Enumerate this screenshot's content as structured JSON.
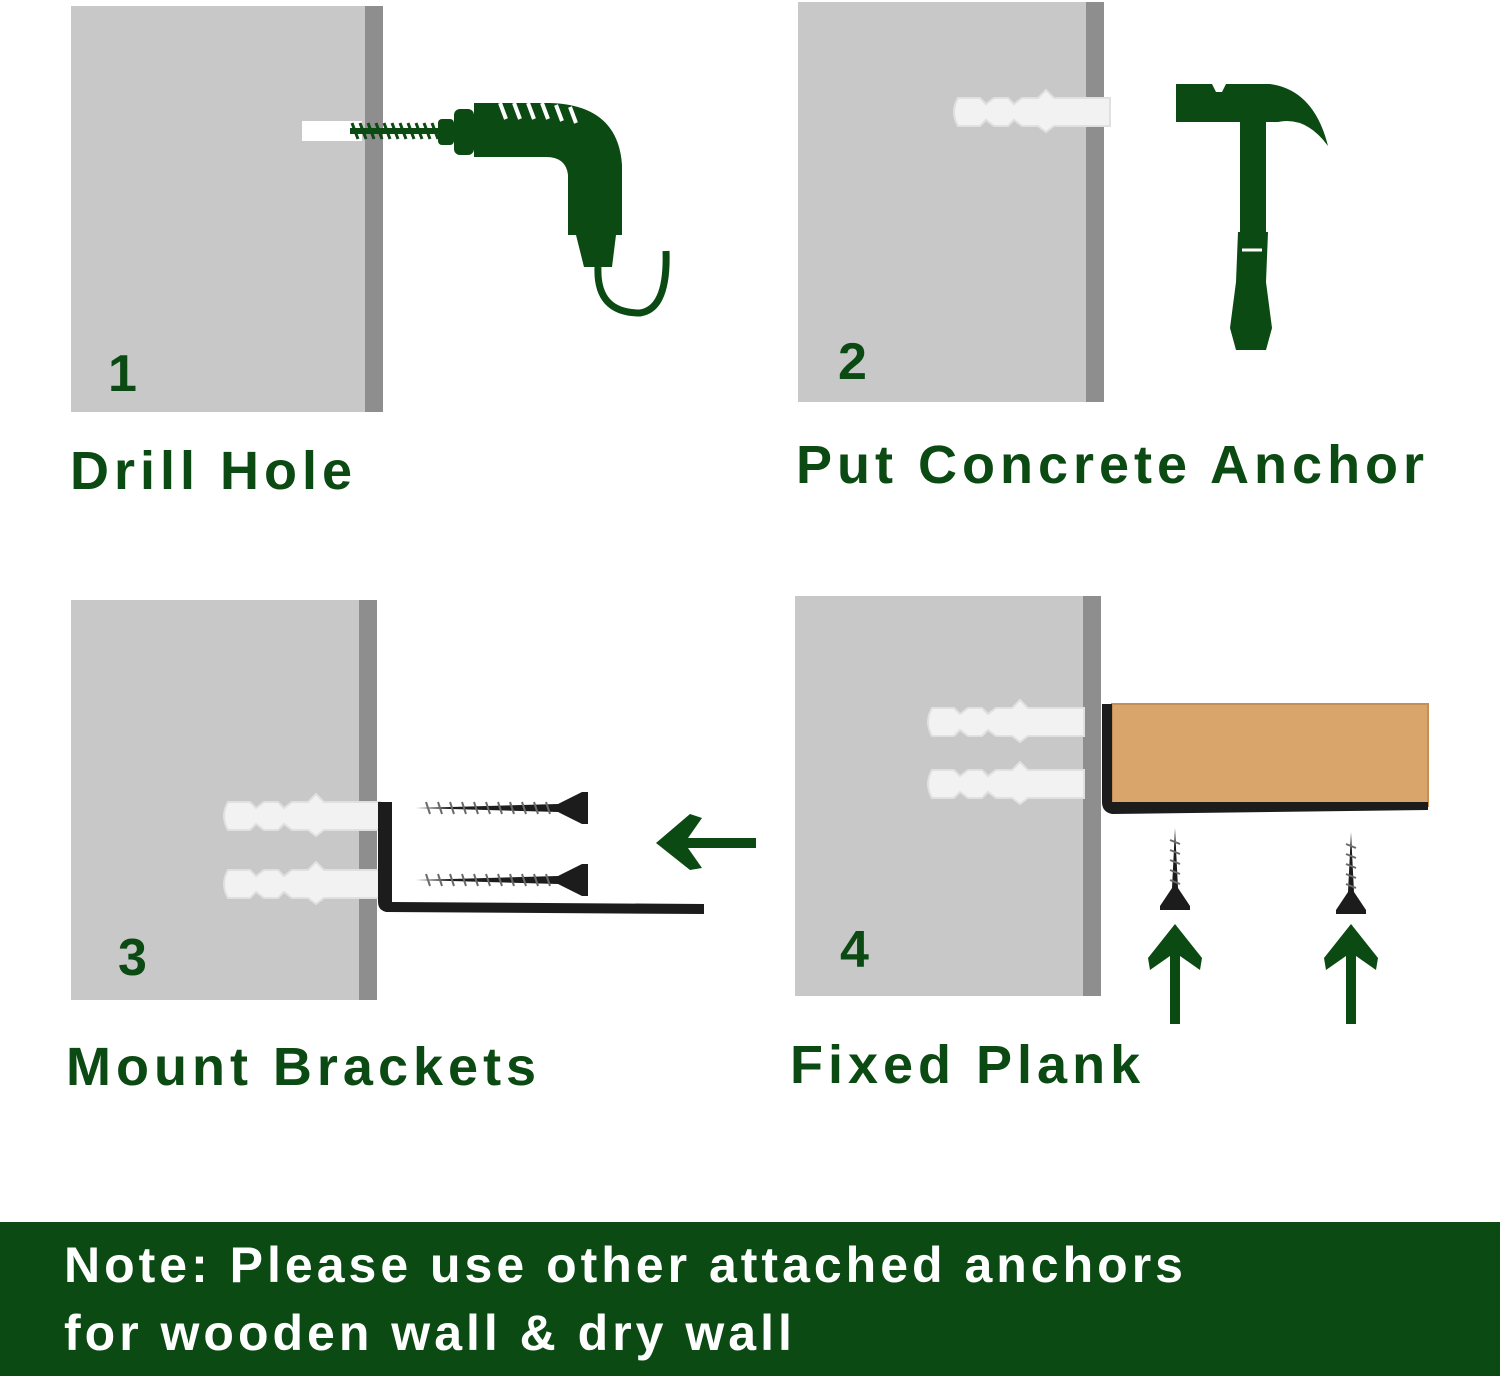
{
  "steps": [
    {
      "number": "1",
      "caption": "Drill Hole"
    },
    {
      "number": "2",
      "caption": "Put Concrete Anchor"
    },
    {
      "number": "3",
      "caption": "Mount Brackets"
    },
    {
      "number": "4",
      "caption": "Fixed Plank"
    }
  ],
  "note": {
    "line1": "Note: Please use other attached anchors",
    "line2": "for wooden wall & dry wall"
  },
  "colors": {
    "accent": "#0b4a12",
    "wall": "#c8c8c8",
    "wall_edge": "#8e8e8e",
    "plank": "#d9a56a",
    "hardware": "#1c1c1c"
  },
  "icons": [
    "drill-icon",
    "hammer-icon",
    "anchor-icon",
    "screw-icon",
    "bracket-icon",
    "arrow-left-icon",
    "arrow-up-icon",
    "plank-icon"
  ]
}
